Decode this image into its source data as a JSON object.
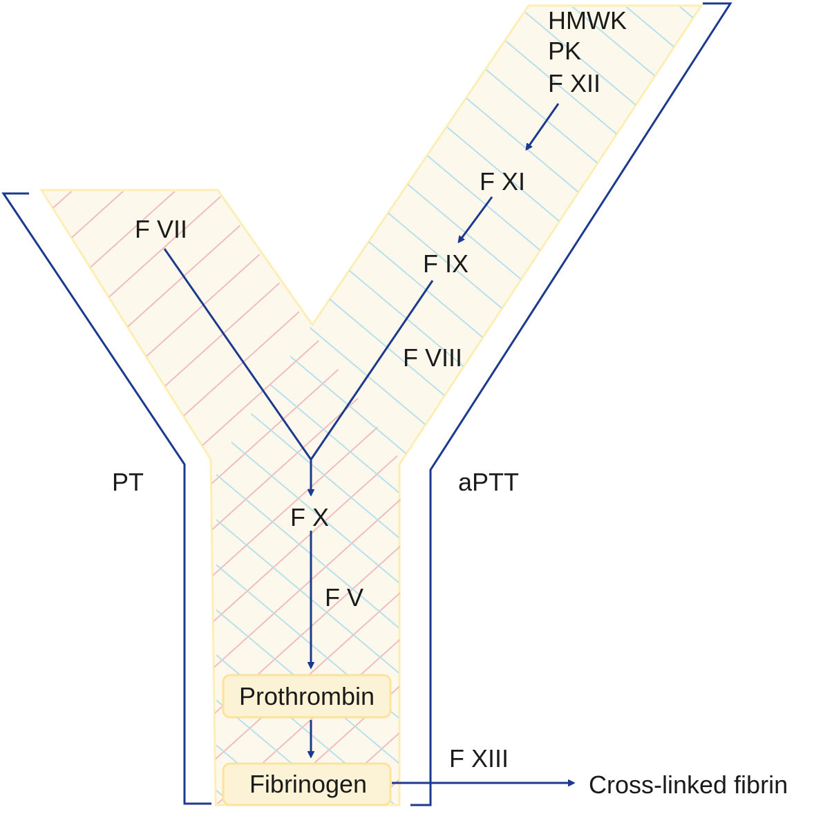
{
  "colors": {
    "line": "#1b3a8f",
    "fill": "#fdf8ec",
    "edge": "#fdeeb5",
    "pink": "#f0bcc0",
    "blue": "#b8e0ec",
    "box": "#fcf2d6",
    "box_edge": "#fde29a"
  },
  "labels": {
    "hmwk": "HMWK",
    "pk": "PK",
    "fxii": "F XII",
    "fxi": "F XI",
    "fix": "F IX",
    "fviii": "F VIII",
    "fvii": "F VII",
    "fx": "F X",
    "fv": "F V",
    "prothrombin": "Prothrombin",
    "fibrinogen": "Fibrinogen",
    "fxiii": "F XIII",
    "cross_linked": "Cross-linked fibrin",
    "pt": "PT",
    "aptt": "aPTT"
  }
}
